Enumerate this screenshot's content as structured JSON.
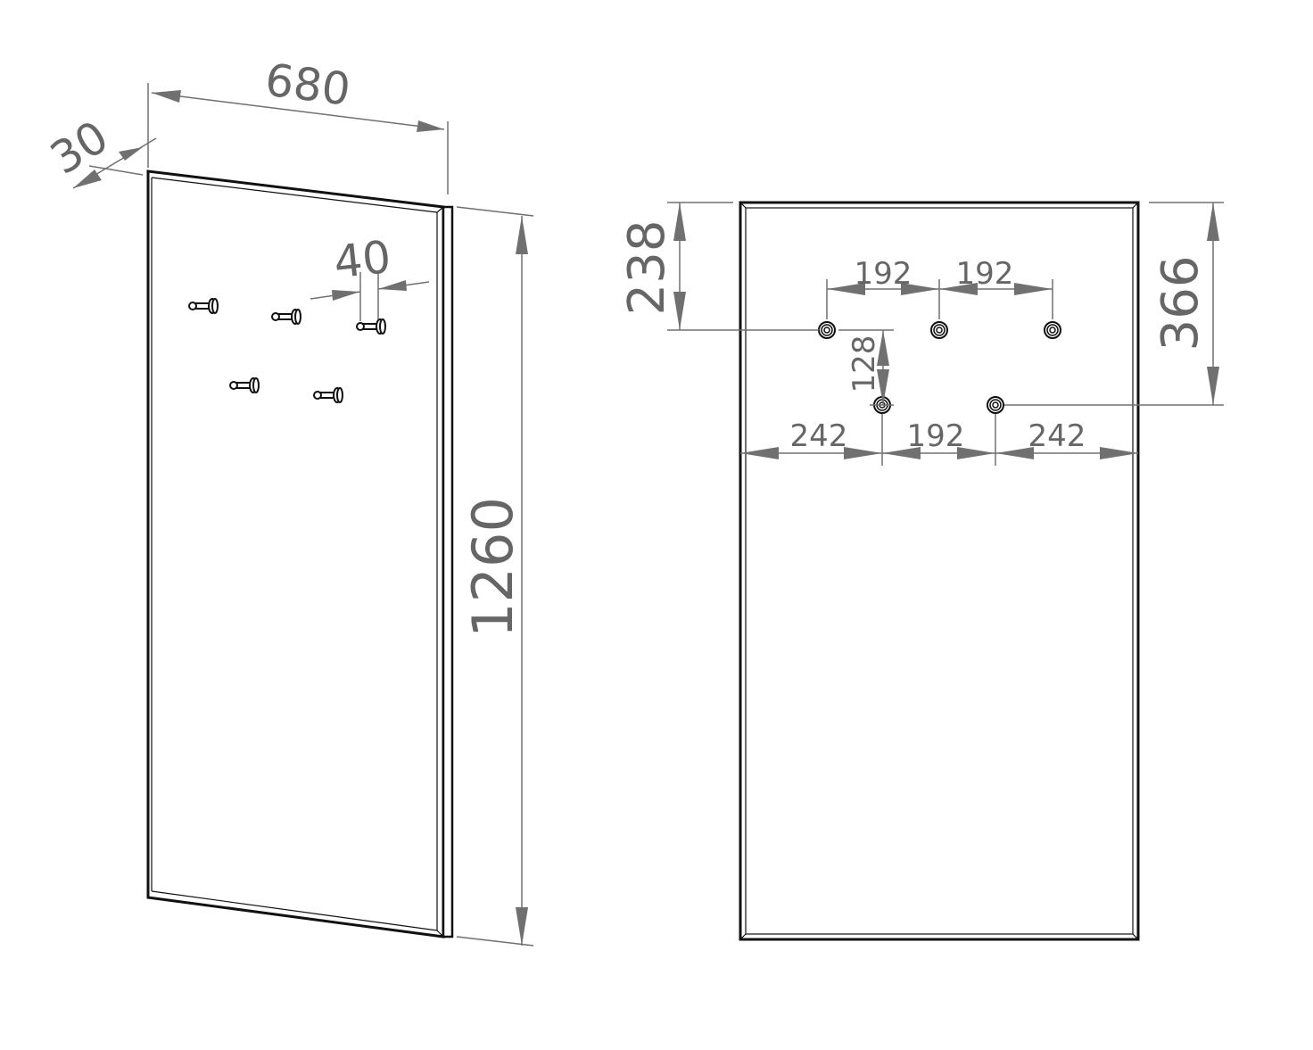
{
  "diagram": {
    "perspective_view": {
      "dims": {
        "width": "680",
        "depth": "30",
        "hook_projection": "40",
        "height": "1260"
      }
    },
    "front_view": {
      "dims": {
        "top_to_upper_row": "238",
        "top_to_lower_row": "366",
        "upper_gap_left": "192",
        "upper_gap_right": "192",
        "row_gap": "128",
        "side_left": "242",
        "lower_gap": "192",
        "side_right": "242"
      }
    }
  }
}
